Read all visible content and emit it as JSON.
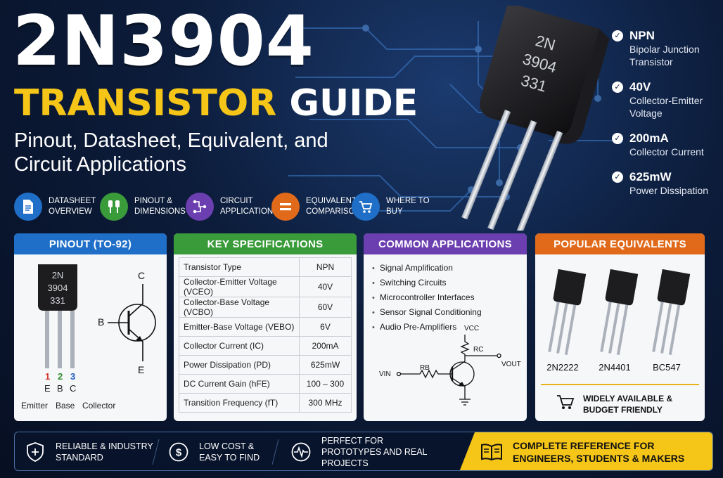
{
  "hero": {
    "title": "2N3904",
    "subtitle_highlight": "TRANSISTOR",
    "subtitle_rest": "GUIDE",
    "tagline": "Pinout, Datasheet, Equivalent, and Circuit Applications"
  },
  "colors": {
    "yellow": "#f5c518",
    "blue": "#1f6fc8",
    "green": "#3a9b3a",
    "purple": "#6b3fb0",
    "orange": "#e06a1a",
    "navy": "#0c1c3a"
  },
  "categories": [
    {
      "label": "Datasheet Overview",
      "icon": "document-icon",
      "color": "#1f6fc8"
    },
    {
      "label": "Pinout & Dimensions",
      "icon": "pin-icon",
      "color": "#3a9b3a"
    },
    {
      "label": "Circuit Applications",
      "icon": "circuit-icon",
      "color": "#6b3fb0"
    },
    {
      "label": "Equivalent Comparison",
      "icon": "equals-icon",
      "color": "#e06a1a"
    },
    {
      "label": "Where to Buy",
      "icon": "cart-icon",
      "color": "#1f6fc8"
    }
  ],
  "hero_part": {
    "line1": "2N",
    "line2": "3904",
    "line3": "331"
  },
  "features": [
    {
      "value": "NPN",
      "desc": "Bipolar Junction Transistor"
    },
    {
      "value": "40V",
      "desc": "Collector-Emitter Voltage"
    },
    {
      "value": "200mA",
      "desc": "Collector Current"
    },
    {
      "value": "625mW",
      "desc": "Power Dissipation"
    }
  ],
  "pinout": {
    "title": "PINOUT (TO-92)",
    "part": {
      "line1": "2N",
      "line2": "3904",
      "line3": "331"
    },
    "pins": [
      {
        "num": "1",
        "letter": "E",
        "name": "Emitter",
        "color": "#d6322b"
      },
      {
        "num": "2",
        "letter": "B",
        "name": "Base",
        "color": "#2f8f2f"
      },
      {
        "num": "3",
        "letter": "C",
        "name": "Collector",
        "color": "#1f5fc0"
      }
    ],
    "symbol": {
      "c": "C",
      "b": "B",
      "e": "E"
    }
  },
  "specs": {
    "title": "KEY SPECIFICATIONS",
    "rows": [
      {
        "param": "Transistor Type",
        "value": "NPN"
      },
      {
        "param": "Collector-Emitter Voltage (VCEO)",
        "value": "40V"
      },
      {
        "param": "Collector-Base Voltage (VCBO)",
        "value": "60V"
      },
      {
        "param": "Emitter-Base Voltage (VEBO)",
        "value": "6V"
      },
      {
        "param": "Collector Current (IC)",
        "value": "200mA"
      },
      {
        "param": "Power Dissipation (PD)",
        "value": "625mW"
      },
      {
        "param": "DC Current Gain (hFE)",
        "value": "100 – 300"
      },
      {
        "param": "Transition Frequency (fT)",
        "value": "300 MHz"
      }
    ]
  },
  "applications": {
    "title": "COMMON APPLICATIONS",
    "items": [
      "Signal Amplification",
      "Switching Circuits",
      "Microcontroller Interfaces",
      "Sensor Signal Conditioning",
      "Audio Pre-Amplifiers"
    ],
    "circuit": {
      "vcc": "VCC",
      "rc": "RC",
      "vout": "VOUT",
      "vin": "VIN",
      "rb": "RB"
    }
  },
  "equivalents": {
    "title": "POPULAR EQUIVALENTS",
    "parts": [
      "2N2222",
      "2N4401",
      "BC547"
    ],
    "note": "Widely Available & Budget Friendly"
  },
  "footer": {
    "items": [
      {
        "label": "Reliable & Industry Standard",
        "icon": "shield-icon"
      },
      {
        "label": "Low Cost & Easy to Find",
        "icon": "dollar-icon"
      },
      {
        "label": "Perfect for Prototypes and Real Projects",
        "icon": "pulse-icon"
      }
    ],
    "highlight": "Complete Reference for Engineers, Students & Makers",
    "highlight_icon": "book-icon"
  }
}
